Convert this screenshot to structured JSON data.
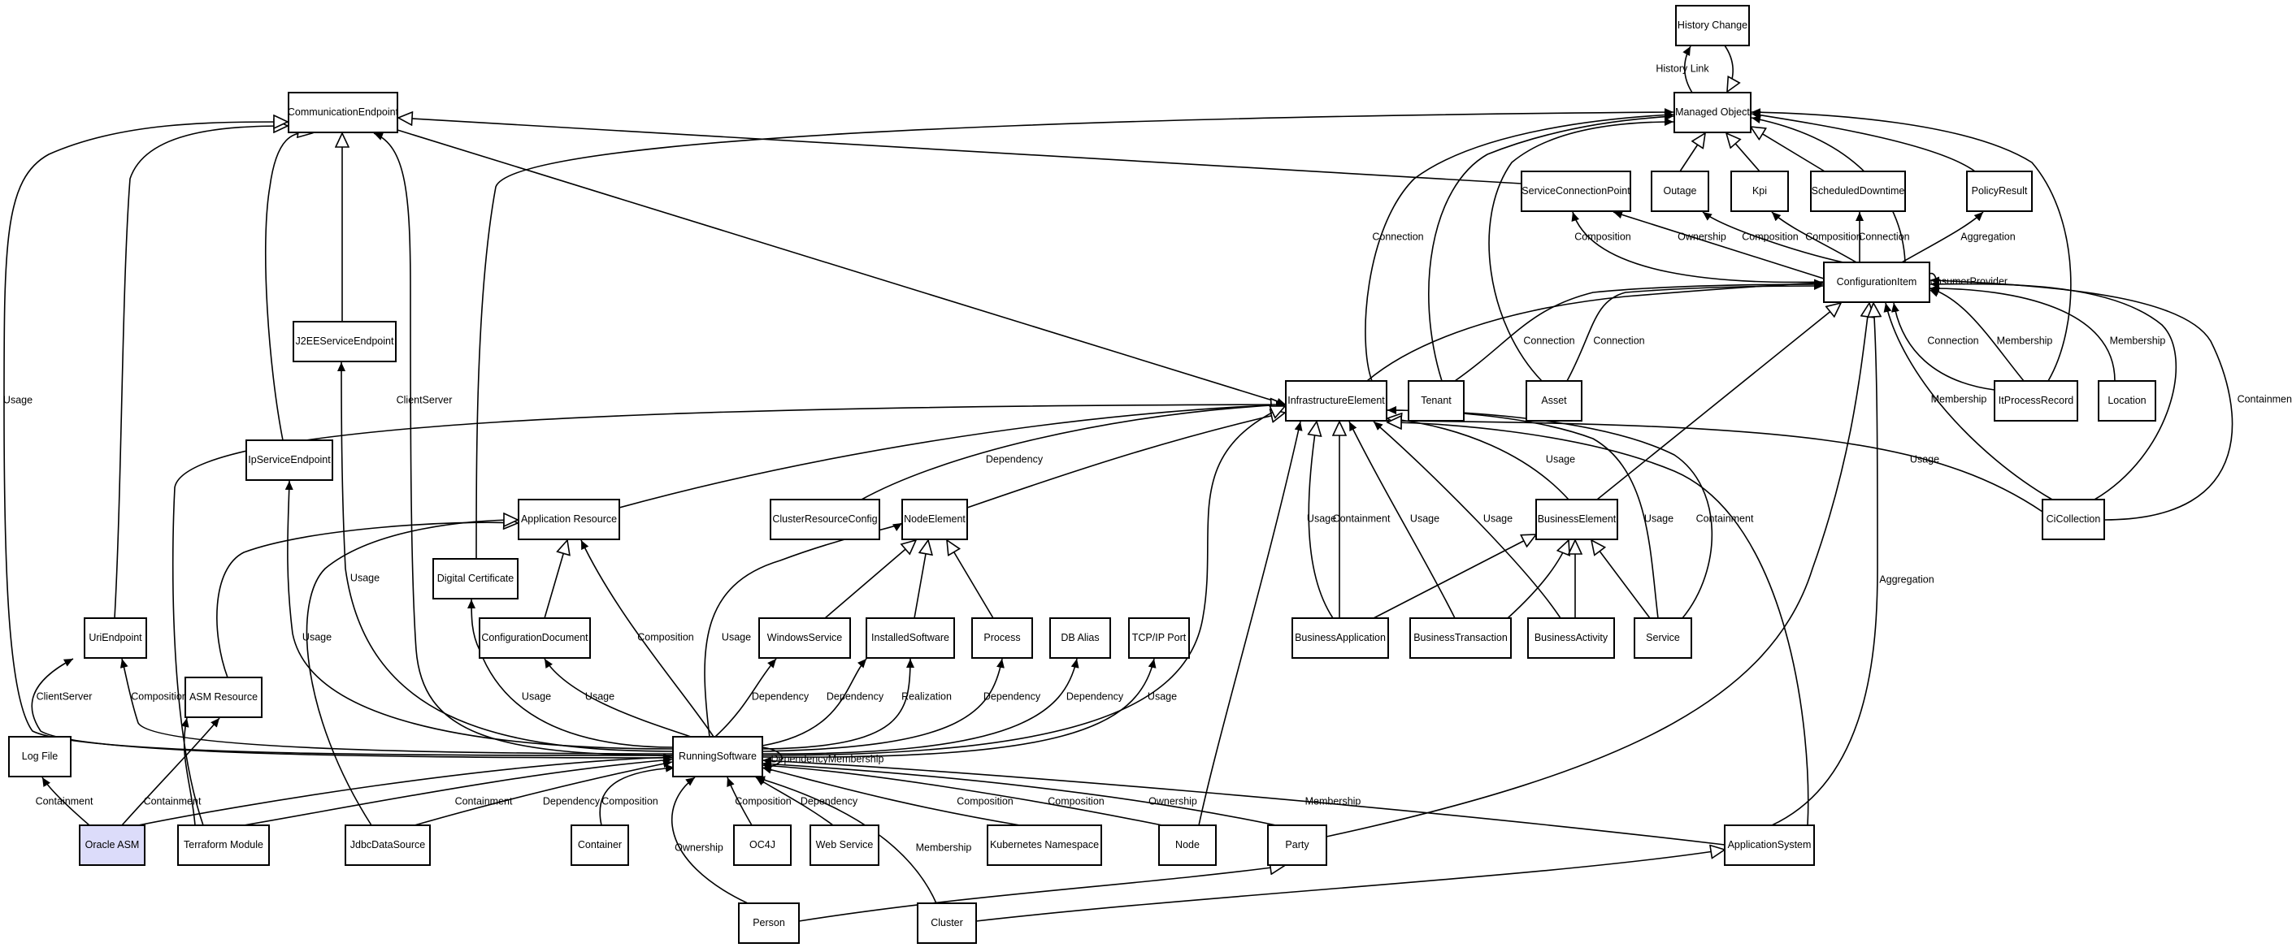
{
  "diagram": {
    "nodes": [
      {
        "id": "history_change",
        "label": "History Change"
      },
      {
        "id": "managed_object",
        "label": "Managed Object"
      },
      {
        "id": "communication_endpoint",
        "label": "CommunicationEndpoint"
      },
      {
        "id": "service_connection_point",
        "label": "ServiceConnectionPoint"
      },
      {
        "id": "outage",
        "label": "Outage"
      },
      {
        "id": "kpi",
        "label": "Kpi"
      },
      {
        "id": "scheduled_downtime",
        "label": "ScheduledDowntime"
      },
      {
        "id": "policy_result",
        "label": "PolicyResult"
      },
      {
        "id": "configuration_item",
        "label": "ConfigurationItem"
      },
      {
        "id": "j2ee_service_endpoint",
        "label": "J2EEServiceEndpoint"
      },
      {
        "id": "infrastructure_element",
        "label": "InfrastructureElement"
      },
      {
        "id": "tenant",
        "label": "Tenant"
      },
      {
        "id": "asset",
        "label": "Asset"
      },
      {
        "id": "it_process_record",
        "label": "ItProcessRecord"
      },
      {
        "id": "location",
        "label": "Location"
      },
      {
        "id": "ip_service_endpoint",
        "label": "IpServiceEndpoint"
      },
      {
        "id": "application_resource",
        "label": "Application Resource"
      },
      {
        "id": "cluster_resource_config",
        "label": "ClusterResourceConfig"
      },
      {
        "id": "node_element",
        "label": "NodeElement"
      },
      {
        "id": "business_element",
        "label": "BusinessElement"
      },
      {
        "id": "ci_collection",
        "label": "CiCollection"
      },
      {
        "id": "digital_certificate",
        "label": "Digital Certificate"
      },
      {
        "id": "uri_endpoint",
        "label": "UriEndpoint"
      },
      {
        "id": "configuration_document",
        "label": "ConfigurationDocument"
      },
      {
        "id": "windows_service",
        "label": "WindowsService"
      },
      {
        "id": "installed_software",
        "label": "InstalledSoftware"
      },
      {
        "id": "process",
        "label": "Process"
      },
      {
        "id": "db_alias",
        "label": "DB Alias"
      },
      {
        "id": "tcpip_port",
        "label": "TCP/IP Port"
      },
      {
        "id": "business_application",
        "label": "BusinessApplication"
      },
      {
        "id": "business_transaction",
        "label": "BusinessTransaction"
      },
      {
        "id": "business_activity",
        "label": "BusinessActivity"
      },
      {
        "id": "service",
        "label": "Service"
      },
      {
        "id": "asm_resource",
        "label": "ASM Resource"
      },
      {
        "id": "log_file",
        "label": "Log File"
      },
      {
        "id": "running_software",
        "label": "RunningSoftware"
      },
      {
        "id": "oracle_asm",
        "label": "Oracle ASM"
      },
      {
        "id": "terraform_module",
        "label": "Terraform Module"
      },
      {
        "id": "jdbc_data_source",
        "label": "JdbcDataSource"
      },
      {
        "id": "container",
        "label": "Container"
      },
      {
        "id": "oc4j",
        "label": "OC4J"
      },
      {
        "id": "web_service",
        "label": "Web Service"
      },
      {
        "id": "kubernetes_namespace",
        "label": "Kubernetes Namespace"
      },
      {
        "id": "node",
        "label": "Node"
      },
      {
        "id": "party",
        "label": "Party"
      },
      {
        "id": "application_system",
        "label": "ApplicationSystem"
      },
      {
        "id": "person",
        "label": "Person"
      },
      {
        "id": "cluster",
        "label": "Cluster"
      }
    ],
    "edges": [
      {
        "id": "e_history_link",
        "label": "History Link"
      },
      {
        "id": "e_hc_mo",
        "label": ""
      },
      {
        "id": "e_scp_ce",
        "label": ""
      },
      {
        "id": "e_outage_mo",
        "label": ""
      },
      {
        "id": "e_kpi_mo",
        "label": ""
      },
      {
        "id": "e_sd_mo",
        "label": ""
      },
      {
        "id": "e_ci_mo",
        "label": ""
      },
      {
        "id": "e_pr_mo",
        "label": ""
      },
      {
        "id": "e_ie_mo",
        "label": "Connection"
      },
      {
        "id": "e_tenant_mo",
        "label": ""
      },
      {
        "id": "e_asset_mo",
        "label": ""
      },
      {
        "id": "e_itpr_mo",
        "label": ""
      },
      {
        "id": "e_dc_mo",
        "label": ""
      },
      {
        "id": "e_ci_scp",
        "label": "Composition"
      },
      {
        "id": "e_ci_scp_own",
        "label": "Ownership"
      },
      {
        "id": "e_ci_outage",
        "label": "Composition"
      },
      {
        "id": "e_ci_kpi",
        "label": "Composition"
      },
      {
        "id": "e_ci_sd",
        "label": "Connection"
      },
      {
        "id": "e_ci_pr",
        "label": "Aggregation"
      },
      {
        "id": "e_ci_self",
        "label": "ConsumerProvider"
      },
      {
        "id": "e_tenant_ci",
        "label": "Connection"
      },
      {
        "id": "e_asset_ci",
        "label": "Connection"
      },
      {
        "id": "e_itpr_ci_conn",
        "label": "Connection"
      },
      {
        "id": "e_itpr_ci_mem",
        "label": "Membership"
      },
      {
        "id": "e_loc_ci",
        "label": "Membership"
      },
      {
        "id": "e_cicol_ci_mem",
        "label": "Membership"
      },
      {
        "id": "e_cicol_ci_cont",
        "label": "Containment"
      },
      {
        "id": "e_ie_ci",
        "label": ""
      },
      {
        "id": "e_be_ci",
        "label": ""
      },
      {
        "id": "e_party_ci",
        "label": ""
      },
      {
        "id": "e_as_ci",
        "label": "Aggregation"
      },
      {
        "id": "e_ce_ie",
        "label": ""
      },
      {
        "id": "e_ar_ie",
        "label": ""
      },
      {
        "id": "e_crc_ie",
        "label": "Dependency"
      },
      {
        "id": "e_ne_ie",
        "label": ""
      },
      {
        "id": "e_cicol_ie",
        "label": "Usage"
      },
      {
        "id": "e_ba_ie_use",
        "label": "Usage"
      },
      {
        "id": "e_ba_ie_cont",
        "label": "Containment"
      },
      {
        "id": "e_bt_ie",
        "label": "Usage"
      },
      {
        "id": "e_bact_ie",
        "label": "Usage"
      },
      {
        "id": "e_svc_ie_use",
        "label": "Usage"
      },
      {
        "id": "e_svc_ie_cont",
        "label": "Containment"
      },
      {
        "id": "e_be_ie",
        "label": "Usage"
      },
      {
        "id": "e_node_ie",
        "label": ""
      },
      {
        "id": "e_as_ie",
        "label": ""
      },
      {
        "id": "e_tm_ie",
        "label": ""
      },
      {
        "id": "e_rs_ie",
        "label": ""
      },
      {
        "id": "e_ba_be",
        "label": ""
      },
      {
        "id": "e_bt_be",
        "label": ""
      },
      {
        "id": "e_bact_be",
        "label": ""
      },
      {
        "id": "e_svc_be",
        "label": ""
      },
      {
        "id": "e_ws_ne",
        "label": ""
      },
      {
        "id": "e_is_ne",
        "label": ""
      },
      {
        "id": "e_proc_ne",
        "label": ""
      },
      {
        "id": "e_rs_ne",
        "label": "Usage"
      },
      {
        "id": "e_cd_ar",
        "label": ""
      },
      {
        "id": "e_asm_ar",
        "label": ""
      },
      {
        "id": "e_jdbc_ar",
        "label": ""
      },
      {
        "id": "e_rs_ar",
        "label": "Composition"
      },
      {
        "id": "e_j2ee_ce",
        "label": ""
      },
      {
        "id": "e_ip_ce",
        "label": ""
      },
      {
        "id": "e_uri_ce",
        "label": ""
      },
      {
        "id": "e_rs_ce_usage",
        "label": "Usage"
      },
      {
        "id": "e_rs_ce_cs",
        "label": "ClientServer"
      },
      {
        "id": "e_rs_j2ee",
        "label": "Usage"
      },
      {
        "id": "e_rs_ip",
        "label": "Usage"
      },
      {
        "id": "e_rs_dc",
        "label": "Usage"
      },
      {
        "id": "e_rs_cd",
        "label": "Usage"
      },
      {
        "id": "e_rs_uri_cs",
        "label": "ClientServer"
      },
      {
        "id": "e_rs_uri_comp",
        "label": "Composition"
      },
      {
        "id": "e_rs_ws",
        "label": "Dependency"
      },
      {
        "id": "e_rs_is_dep",
        "label": "Dependency"
      },
      {
        "id": "e_rs_is_real",
        "label": "Realization"
      },
      {
        "id": "e_rs_proc",
        "label": "Dependency"
      },
      {
        "id": "e_rs_db",
        "label": "Dependency"
      },
      {
        "id": "e_rs_tcp",
        "label": "Usage"
      },
      {
        "id": "e_oasm_asm",
        "label": "Containment"
      },
      {
        "id": "e_oasm_log",
        "label": "Containment"
      },
      {
        "id": "e_oasm_rs",
        "label": ""
      },
      {
        "id": "e_tm_asm",
        "label": ""
      },
      {
        "id": "e_tm_rs",
        "label": "Containment"
      },
      {
        "id": "e_jdbc_rs",
        "label": "Dependency"
      },
      {
        "id": "e_cont_rs",
        "label": "Composition"
      },
      {
        "id": "e_oc4j_rs",
        "label": "Composition"
      },
      {
        "id": "e_web_rs",
        "label": "Dependency"
      },
      {
        "id": "e_k8s_rs",
        "label": "Composition"
      },
      {
        "id": "e_node_rs",
        "label": "Composition"
      },
      {
        "id": "e_party_rs",
        "label": "Ownership"
      },
      {
        "id": "e_as_rs",
        "label": "Membership"
      },
      {
        "id": "e_person_rs",
        "label": "Ownership"
      },
      {
        "id": "e_cluster_rs",
        "label": "Membership"
      },
      {
        "id": "e_rs_self",
        "label": "DependencyMembership"
      },
      {
        "id": "e_person_party",
        "label": ""
      },
      {
        "id": "e_cluster_as",
        "label": ""
      }
    ]
  }
}
